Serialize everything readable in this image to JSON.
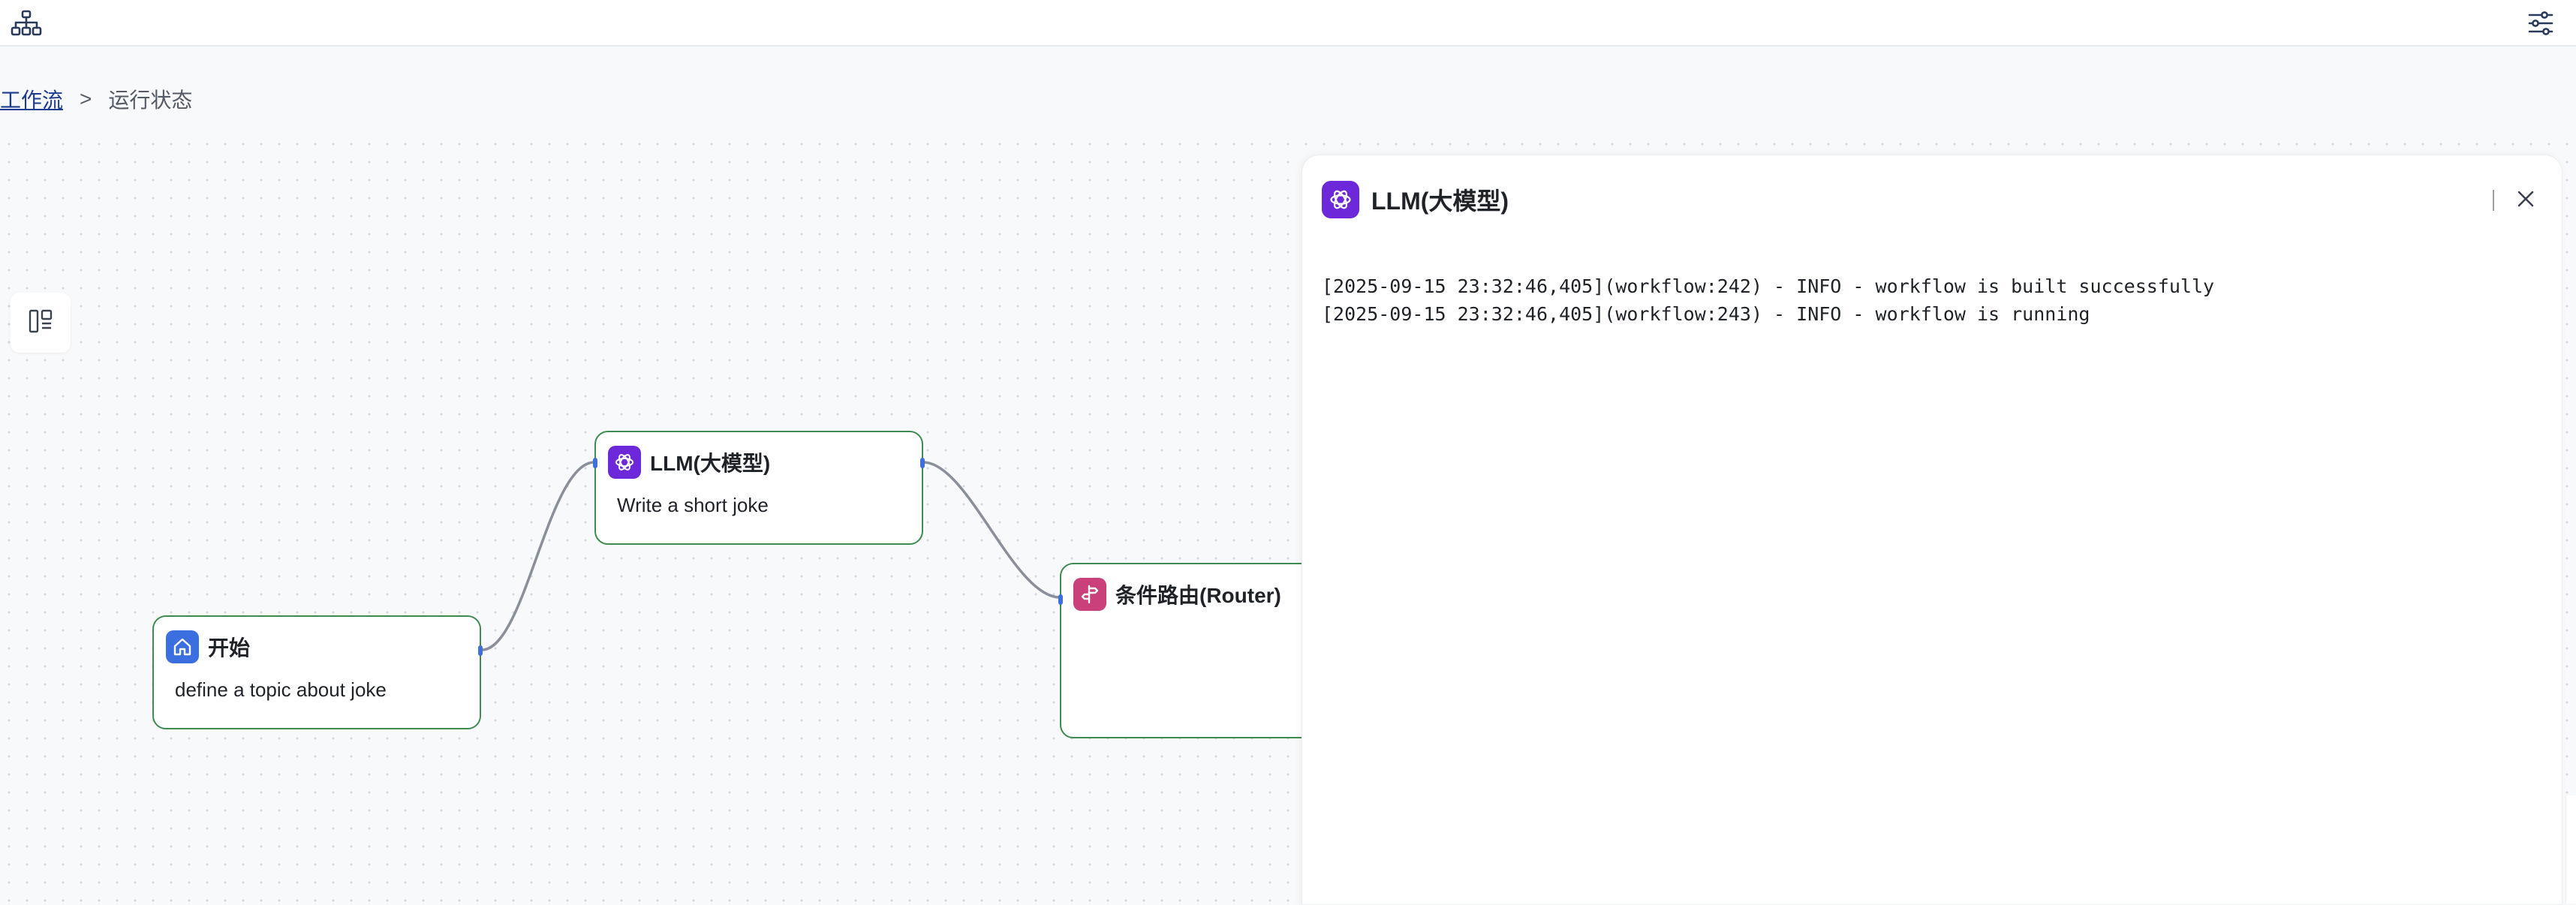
{
  "colors": {
    "node_border": "#3e8c52",
    "edge": "#8a8f99",
    "port": "#3f6fd8",
    "start_icon_bg": "#3b6fe0",
    "llm_icon_bg": "#6d28d9",
    "router_icon_bg": "#c9407a",
    "breadcrumb_link": "#1d3b8f"
  },
  "topbar": {
    "left_icon": "workflow-tree-icon",
    "right_icon": "settings-sliders-icon"
  },
  "breadcrumb": {
    "parent": "工作流",
    "separator": ">",
    "current": "运行状态"
  },
  "canvas": {
    "panel_toggle_icon": "layout-panel-icon",
    "nodes": {
      "start": {
        "title": "开始",
        "description": "define a topic about joke",
        "icon": "home-icon"
      },
      "llm": {
        "title": "LLM(大模型)",
        "description": "Write a short joke",
        "icon": "openai-icon"
      },
      "router": {
        "title": "条件路由(Router)",
        "description": "",
        "icon": "signpost-icon"
      }
    }
  },
  "side_panel": {
    "title": "LLM(大模型)",
    "icon": "openai-icon",
    "close_icon": "close-icon",
    "logs": [
      "[2025-09-15 23:32:46,405](workflow:242) - INFO - workflow is built successfully",
      "[2025-09-15 23:32:46,405](workflow:243) - INFO - workflow is running"
    ]
  }
}
